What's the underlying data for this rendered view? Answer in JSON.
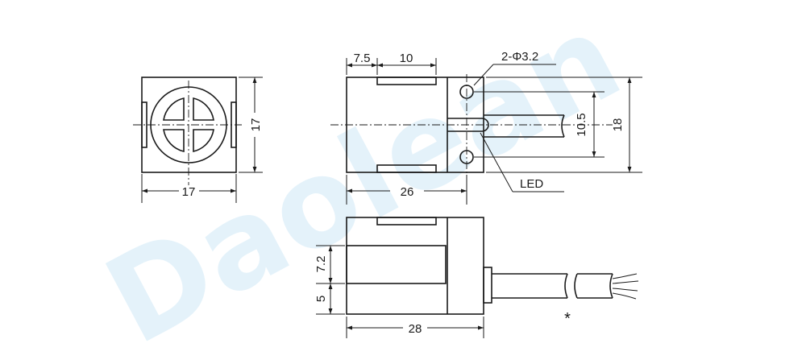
{
  "watermark": "Daolean",
  "front_view": {
    "width_label": "17",
    "height_label": "17"
  },
  "top_view": {
    "depth_rear_label": "7.5",
    "slot_label": "10",
    "holes_label": "2-Φ3.2",
    "hole_pitch_label": "10.5",
    "height_label": "18",
    "led_label": "LED",
    "length_label": "26"
  },
  "side_view": {
    "upper_offset_label": "7.2",
    "lower_offset_label": "5",
    "length_label": "28",
    "cable_note": "*"
  }
}
